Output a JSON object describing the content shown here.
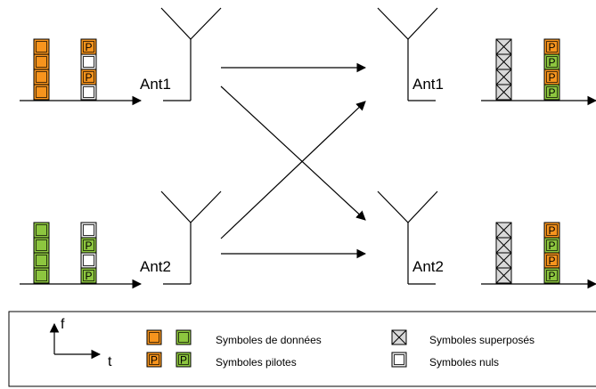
{
  "colors": {
    "data_orange": "#F7941D",
    "data_green": "#8DC63F",
    "null_white": "#FFFFFF",
    "superposed_gray": "#D9D9D9",
    "stroke": "#000000"
  },
  "tx": {
    "antenna1": {
      "label": "Ant1",
      "data_column": [
        "orange",
        "orange",
        "orange",
        "orange"
      ],
      "pilot_column": [
        "P-orange",
        "null",
        "P-orange",
        "null"
      ]
    },
    "antenna2": {
      "label": "Ant2",
      "data_column": [
        "green",
        "green",
        "green",
        "green"
      ],
      "pilot_column": [
        "null",
        "P-green",
        "null",
        "P-green"
      ]
    }
  },
  "rx": {
    "antenna1": {
      "label": "Ant1",
      "data_column": [
        "superposed",
        "superposed",
        "superposed",
        "superposed"
      ],
      "pilot_column": [
        "P-orange",
        "P-green",
        "P-orange",
        "P-green"
      ]
    },
    "antenna2": {
      "label": "Ant2",
      "data_column": [
        "superposed",
        "superposed",
        "superposed",
        "superposed"
      ],
      "pilot_column": [
        "P-orange",
        "P-green",
        "P-orange",
        "P-green"
      ]
    }
  },
  "pilot_letter": "P",
  "legend": {
    "axis_f": "f",
    "axis_t": "t",
    "data_symbols": "Symboles de données",
    "pilot_symbols": "Symboles pilotes",
    "superposed_symbols": "Symboles superposés",
    "null_symbols": "Symboles nuls"
  }
}
